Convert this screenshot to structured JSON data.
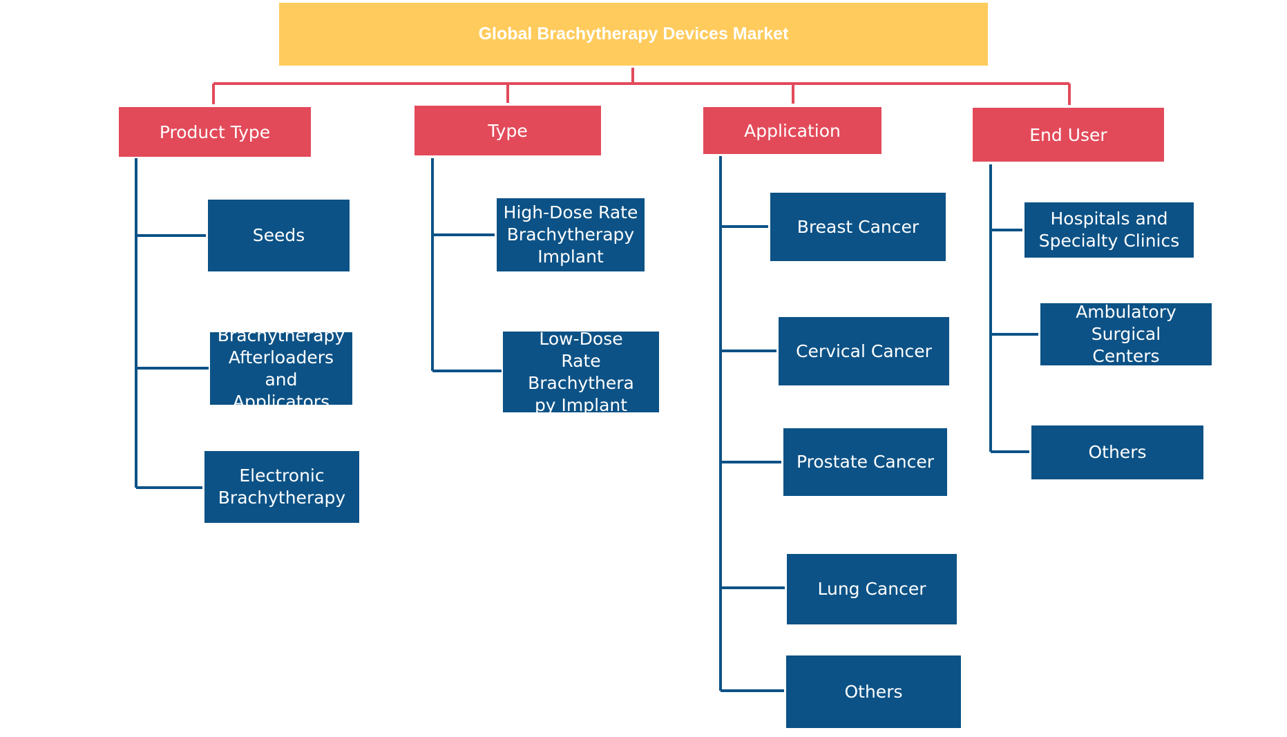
{
  "root": {
    "label": "Global Brachytherapy Devices Market"
  },
  "categories": [
    {
      "label": "Product Type",
      "items": [
        "Seeds",
        "Brachytherapy\nAfterloaders and\nApplicators",
        "Electronic\nBrachytherapy"
      ]
    },
    {
      "label": "Type",
      "items": [
        "High-Dose Rate\nBrachytherapy\nImplant",
        "Low-Dose\nRate  Brachythera\npy Implant"
      ]
    },
    {
      "label": "Application",
      "items": [
        "Breast Cancer",
        "Cervical Cancer",
        "Prostate Cancer",
        "Lung Cancer",
        "Others"
      ]
    },
    {
      "label": "End User",
      "items": [
        "Hospitals and\nSpecialty Clinics",
        "Ambulatory Surgical\nCenters",
        "Others"
      ]
    }
  ],
  "colors": {
    "root": "#ffcb5c",
    "category": "#e24a5a",
    "leaf": "#0c5286",
    "top_connector": "#e24a5a",
    "tree_connector": "#0c5286"
  }
}
